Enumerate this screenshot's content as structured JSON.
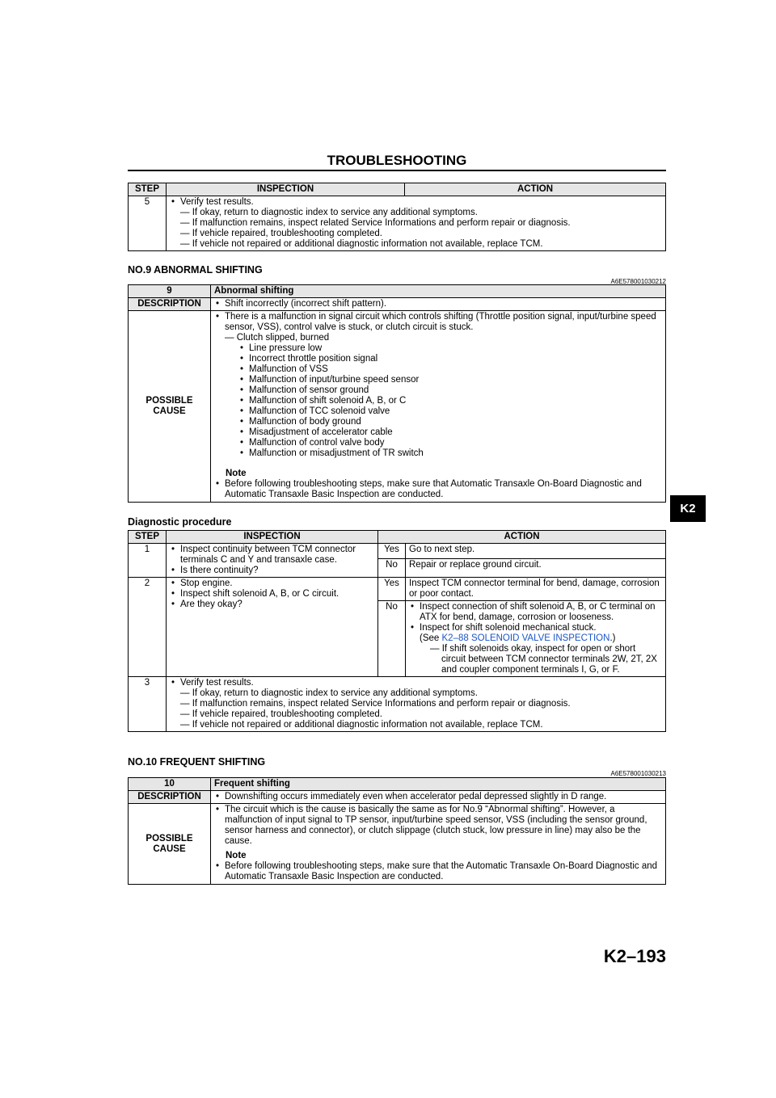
{
  "header": {
    "title": "TROUBLESHOOTING"
  },
  "table5": {
    "headers": [
      "STEP",
      "INSPECTION",
      "ACTION"
    ],
    "step": "5",
    "bullet": "Verify test results.",
    "lines": [
      "— If okay, return to diagnostic index to service any additional symptoms.",
      "— If malfunction remains, inspect related Service Informations and perform repair or diagnosis.",
      "— If vehicle repaired, troubleshooting completed.",
      "— If vehicle not repaired or additional diagnostic information not available, replace TCM."
    ]
  },
  "sec9": {
    "title": "NO.9 ABNORMAL SHIFTING",
    "code": "A6E578001030212",
    "num": "9",
    "name": "Abnormal shifting",
    "desc_label": "DESCRIPTION",
    "desc": "Shift incorrectly (incorrect shift pattern).",
    "cause_label": "POSSIBLE CAUSE",
    "cause_intro": "There is a malfunction in signal circuit which controls shifting (Throttle position signal, input/turbine speed sensor, VSS), control valve is stuck, or clutch circuit is stuck.",
    "cause_sub": "— Clutch slipped, burned",
    "causes": [
      "Line pressure low",
      "Incorrect throttle position signal",
      "Malfunction of VSS",
      "Malfunction of input/turbine speed sensor",
      "Malfunction of sensor ground",
      "Malfunction of shift solenoid A, B, or C",
      "Malfunction of TCC solenoid valve",
      "Malfunction of body ground",
      "Misadjustment of accelerator cable",
      "Malfunction of control valve body",
      "Malfunction or misadjustment of TR switch"
    ],
    "note_label": "Note",
    "note": "Before following troubleshooting steps, make sure that Automatic Transaxle On-Board Diagnostic and Automatic Transaxle Basic Inspection are conducted."
  },
  "diag": {
    "title": "Diagnostic procedure",
    "headers": [
      "STEP",
      "INSPECTION",
      "ACTION"
    ],
    "s1": {
      "step": "1",
      "items": [
        "Inspect continuity between TCM connector terminals C and Y and transaxle case.",
        "Is there continuity?"
      ],
      "yes": "Yes",
      "yes_action": "Go to next step.",
      "no": "No",
      "no_action": "Repair or replace ground circuit."
    },
    "s2": {
      "step": "2",
      "items": [
        "Stop engine.",
        "Inspect shift solenoid A, B, or C circuit.",
        "Are they okay?"
      ],
      "yes": "Yes",
      "yes_action": "Inspect TCM connector terminal for bend, damage, corrosion or poor contact.",
      "no": "No",
      "no_b1": "Inspect connection of shift solenoid A, B, or C terminal on ATX for bend, damage, corrosion or looseness.",
      "no_b2": "Inspect for shift solenoid mechanical stuck.",
      "see_pre": "(See ",
      "see_link": "K2–88 SOLENOID VALVE INSPECTION",
      "see_post": ".)",
      "no_dash": "— If shift solenoids okay, inspect for open or short circuit between TCM connector terminals 2W, 2T, 2X and coupler component terminals I, G, or F."
    },
    "s3": {
      "step": "3",
      "bullet": "Verify test results.",
      "lines": [
        "— If okay, return to diagnostic index to service any additional symptoms.",
        "— If malfunction remains, inspect related Service Informations and perform repair or diagnosis.",
        "— If vehicle repaired, troubleshooting completed.",
        "— If vehicle not repaired or additional diagnostic information not available, replace TCM."
      ]
    }
  },
  "sec10": {
    "title": "NO.10 FREQUENT SHIFTING",
    "code": "A6E578001030213",
    "num": "10",
    "name": "Frequent shifting",
    "desc_label": "DESCRIPTION",
    "desc": "Downshifting occurs immediately even when accelerator pedal depressed slightly in D range.",
    "cause_label": "POSSIBLE CAUSE",
    "cause": "The circuit which is the cause is basically the same as for No.9 “Abnormal shifting”. However, a malfunction of input signal to TP sensor, input/turbine speed sensor, VSS (including the sensor ground, sensor harness and connector), or clutch slippage (clutch stuck, low pressure in line) may also be the cause.",
    "note_label": "Note",
    "note": "Before following troubleshooting steps, make sure that the Automatic Transaxle On-Board Diagnostic and Automatic Transaxle Basic Inspection are conducted."
  },
  "side_tab": "K2",
  "footer": {
    "page_number": "K2–193"
  }
}
